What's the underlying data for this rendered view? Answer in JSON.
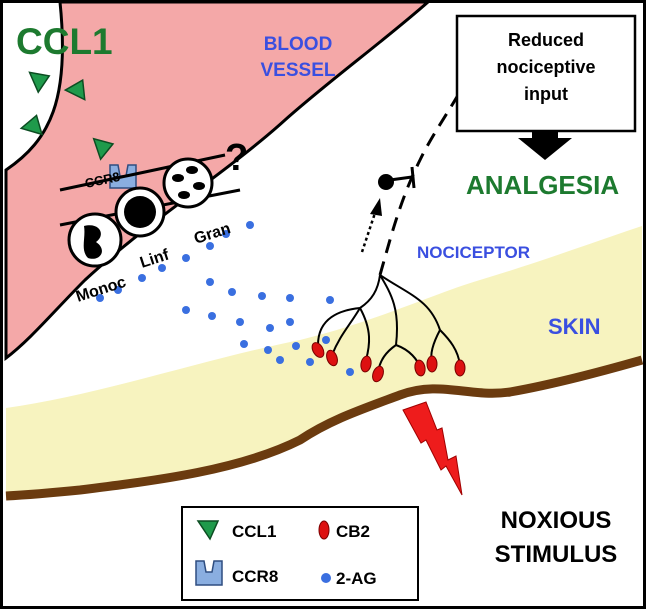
{
  "title": "CCL1",
  "labels": {
    "blood_vessel_line1": "BLOOD",
    "blood_vessel_line2": "VESSEL",
    "receptor": "CCR8",
    "question": "?",
    "monoc": "Monoc",
    "linf": "Linf",
    "gran": "Gran",
    "nociceptor": "NOCICEPTOR",
    "skin": "SKIN",
    "analgesia": "ANALGESIA",
    "reduced_line1": "Reduced",
    "reduced_line2": "nociceptive",
    "reduced_line3": "input",
    "noxious_line1": "NOXIOUS",
    "noxious_line2": "STIMULUS"
  },
  "legend": {
    "ccl1": "CCL1",
    "ccr8": "CCR8",
    "cb2": "CB2",
    "ag": "2-AG"
  },
  "colors": {
    "vessel": "#f4a8a8",
    "skin": "#f7f3bf",
    "skin_edge": "#6b3b0f",
    "ccl1": "#1f9a4b",
    "ccr8": "#8aaee0",
    "cb2": "#dd1111",
    "ag": "#3a6fe0",
    "green_text": "#1d7a2f",
    "blue_text": "#3a4fe0",
    "lightning": "#ee1c1c"
  }
}
